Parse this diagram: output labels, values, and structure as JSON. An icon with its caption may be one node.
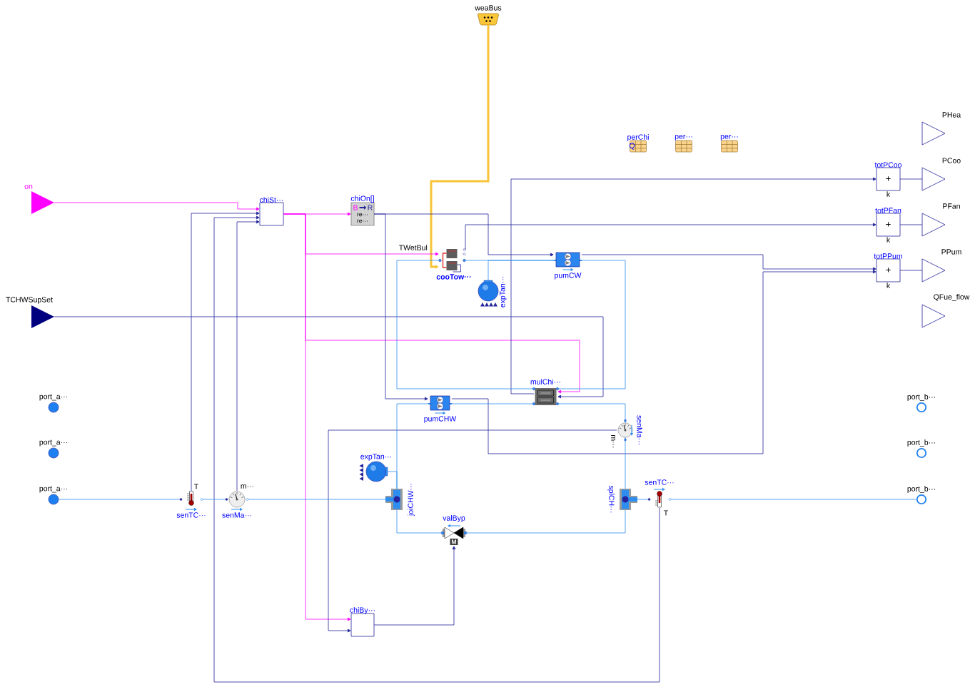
{
  "diagram": {
    "nodes": [
      {
        "text": [
          "weaBus"
        ]
      },
      {
        "text": [
          "perChi",
          "Q"
        ]
      },
      {
        "text": [
          "per···"
        ]
      },
      {
        "text": [
          "per···"
        ]
      },
      {
        "text": [
          "PHea"
        ]
      },
      {
        "text": [
          "totPCoo",
          "+",
          "k"
        ]
      },
      {
        "text": [
          "PCoo"
        ]
      },
      {
        "text": [
          "on"
        ]
      },
      {
        "text": [
          "chiSt···"
        ]
      },
      {
        "text": [
          "chiOn[]",
          "B",
          "R",
          "re···",
          "re···"
        ]
      },
      {
        "text": [
          "totPFan",
          "+",
          "k"
        ]
      },
      {
        "text": [
          "PFan"
        ]
      },
      {
        "text": [
          "cooTow···"
        ]
      },
      {
        "text": [
          "pumCW"
        ]
      },
      {
        "text": [
          "totPPum",
          "+",
          "k"
        ]
      },
      {
        "text": [
          "PPum"
        ]
      },
      {
        "text": [
          "expTan···"
        ]
      },
      {
        "text": [
          "TCHWSupSet"
        ]
      },
      {
        "text": [
          "QFue_flow"
        ]
      },
      {
        "text": [
          "mulChi···"
        ]
      },
      {
        "text": [
          "port_a···"
        ]
      },
      {
        "text": [
          "port_b···"
        ]
      },
      {
        "text": [
          "pumCHW"
        ]
      },
      {
        "text": [
          "senMa···",
          "m···"
        ]
      },
      {
        "text": [
          "port_a···"
        ]
      },
      {
        "text": [
          "port_b···"
        ]
      },
      {
        "text": [
          "expTan···"
        ]
      },
      {
        "text": [
          "port_a···"
        ]
      },
      {
        "text": [
          "T",
          "senTC···"
        ]
      },
      {
        "text": [
          "m···",
          "senMa···"
        ]
      },
      {
        "text": [
          "joiCHW···"
        ]
      },
      {
        "text": [
          "splCH···"
        ]
      },
      {
        "text": [
          "senTC···",
          "T"
        ]
      },
      {
        "text": [
          "port_b···"
        ]
      },
      {
        "text": [
          "valByp",
          "M"
        ]
      },
      {
        "text": [
          "chiBy···"
        ]
      }
    ],
    "edges": [
      {
        "from": 0,
        "to": 12,
        "arrow": "to",
        "label": "TWetBul",
        "style": "thick",
        "color": "#f8c337"
      },
      {
        "from": 7,
        "to": 8,
        "arrow": "to",
        "color": "#ff00ff"
      },
      {
        "from": 8,
        "to": 9,
        "arrow": "to",
        "color": "#ff00ff"
      },
      {
        "from": 8,
        "to": 12,
        "arrow": "to",
        "color": "#ff00ff"
      },
      {
        "from": 8,
        "to": 19,
        "arrow": "to",
        "color": "#ff00ff"
      },
      {
        "from": 8,
        "to": 35,
        "arrow": "to",
        "color": "#ff00ff"
      },
      {
        "from": 9,
        "to": 13,
        "arrow": "to",
        "color": "#24249c"
      },
      {
        "from": 9,
        "to": 22,
        "arrow": "to",
        "color": "#24249c"
      },
      {
        "from": 12,
        "to": 10,
        "arrow": "to",
        "color": "#24249c"
      },
      {
        "from": 13,
        "to": 14,
        "arrow": "to",
        "color": "#24249c"
      },
      {
        "from": 22,
        "to": 14,
        "arrow": "to",
        "color": "#24249c"
      },
      {
        "from": 19,
        "to": 5,
        "arrow": "to",
        "color": "#24249c"
      },
      {
        "from": 17,
        "to": 19,
        "arrow": "to",
        "color": "#24249c"
      },
      {
        "from": 28,
        "to": 8,
        "arrow": "to",
        "color": "#24249c"
      },
      {
        "from": 32,
        "to": 8,
        "arrow": "to",
        "color": "#24249c"
      },
      {
        "from": 29,
        "to": 8,
        "arrow": "to",
        "color": "#24249c"
      },
      {
        "from": 23,
        "to": 35,
        "arrow": "to",
        "color": "#24249c"
      },
      {
        "from": 35,
        "to": 34,
        "arrow": "to",
        "color": "#24249c"
      },
      {
        "from": 5,
        "to": 6,
        "arrow": "none",
        "color": "#24249c"
      },
      {
        "from": 10,
        "to": 11,
        "arrow": "none",
        "color": "#24249c"
      },
      {
        "from": 14,
        "to": 15,
        "arrow": "none",
        "color": "#24249c"
      },
      {
        "from": 27,
        "to": 28,
        "arrow": "none"
      },
      {
        "from": 28,
        "to": 29,
        "arrow": "none"
      },
      {
        "from": 29,
        "to": 30,
        "arrow": "none"
      },
      {
        "from": 30,
        "to": 22,
        "arrow": "none"
      },
      {
        "from": 22,
        "to": 19,
        "arrow": "none"
      },
      {
        "from": 19,
        "to": 23,
        "arrow": "none"
      },
      {
        "from": 23,
        "to": 31,
        "arrow": "none"
      },
      {
        "from": 31,
        "to": 32,
        "arrow": "none"
      },
      {
        "from": 32,
        "to": 33,
        "arrow": "none"
      },
      {
        "from": 31,
        "to": 34,
        "arrow": "none"
      },
      {
        "from": 34,
        "to": 30,
        "arrow": "none"
      },
      {
        "from": 26,
        "to": 30,
        "arrow": "none"
      },
      {
        "from": 12,
        "to": 19,
        "arrow": "none"
      },
      {
        "from": 19,
        "to": 13,
        "arrow": "none"
      },
      {
        "from": 13,
        "to": 12,
        "arrow": "none"
      },
      {
        "from": 16,
        "to": 13,
        "arrow": "none"
      }
    ]
  }
}
